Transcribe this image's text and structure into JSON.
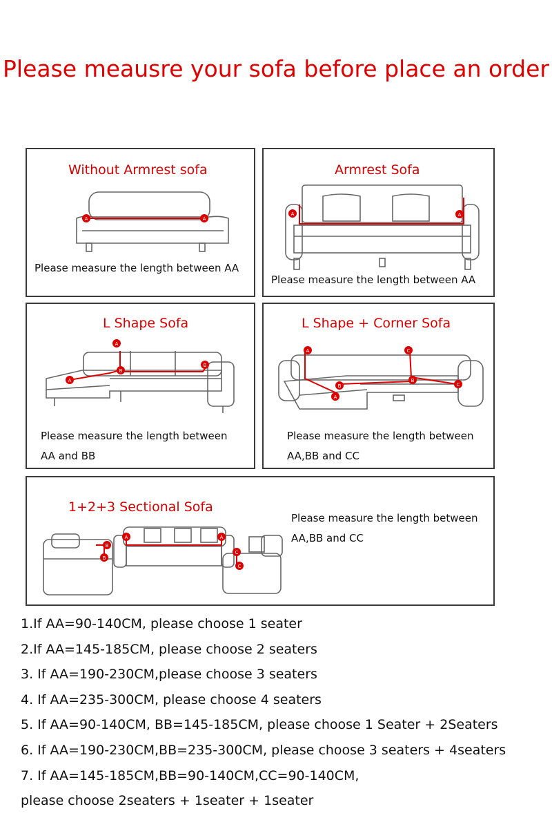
{
  "title": "Please meausre your sofa before place an order",
  "panels": {
    "without_armrest": {
      "title": "Without Armrest sofa",
      "note": "Please measure the length between AA"
    },
    "armrest": {
      "title": "Armrest Sofa",
      "note": "Please measure the length between AA"
    },
    "l_shape": {
      "title": "L Shape Sofa",
      "note_line1": "Please measure the length between",
      "note_line2": "AA and BB"
    },
    "l_corner": {
      "title": "L Shape + Corner Sofa",
      "note_line1": "Please measure the length between",
      "note_line2": "AA,BB and CC"
    },
    "sectional": {
      "title": "1+2+3 Sectional Sofa",
      "note_line1": "Please measure the length between",
      "note_line2": "AA,BB and CC"
    }
  },
  "markers": {
    "a": "A",
    "b": "B",
    "c": "C"
  },
  "rules": [
    "1.If AA=90-140CM, please choose 1 seater",
    "2.If AA=145-185CM, please choose 2 seaters",
    "3. If AA=190-230CM,please choose 3 seaters",
    "4. If AA=235-300CM, please choose 4 seaters",
    "5. If AA=90-140CM, BB=145-185CM, please choose 1 Seater + 2Seaters",
    "6. If AA=190-230CM,BB=235-300CM, please choose 3 seaters + 4seaters",
    "7. If AA=145-185CM,BB=90-140CM,CC=90-140CM,",
    "please choose 2seaters + 1seater + 1seater"
  ],
  "colors": {
    "accent": "#e00000",
    "border": "#3a3a3a",
    "sketch": "#666666"
  }
}
